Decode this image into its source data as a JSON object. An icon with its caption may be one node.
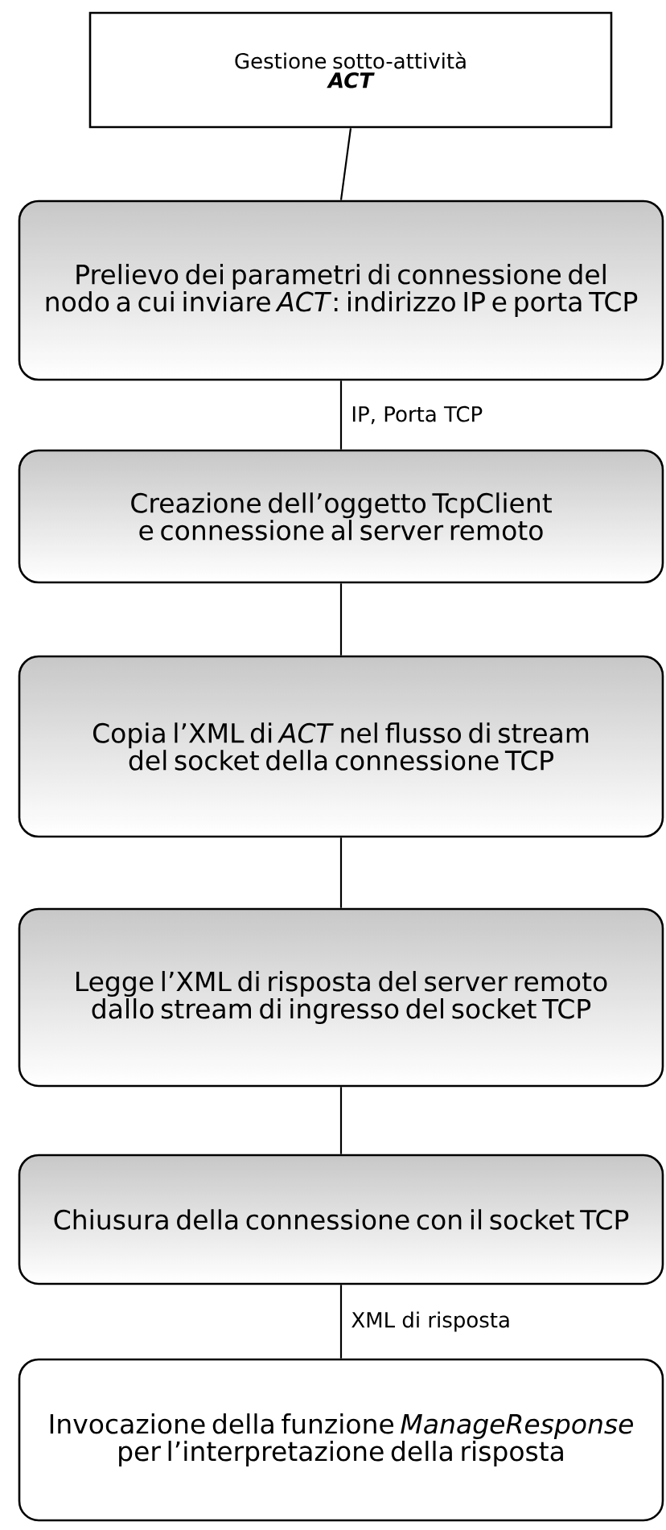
{
  "diagram": {
    "nodes": [
      {
        "text": [
          "Gestione sotto-attività",
          "ACT"
        ]
      },
      {
        "text": [
          "Prelievo dei parametri di connessione del nodo a cui inviare *ACT*: indirizzo IP e porta TCP"
        ]
      },
      {
        "text": [
          "Creazione dell’oggetto TcpClient e connessione al server remoto"
        ]
      },
      {
        "text": [
          "Copia l’XML di *ACT* nel flusso di stream del socket della connessione TCP"
        ]
      },
      {
        "text": [
          "Legge l’XML di risposta del server remoto dallo stream di ingresso del socket TCP"
        ]
      },
      {
        "text": [
          "Chiusura della connessione con il socket TCP"
        ]
      },
      {
        "text": [
          "Invocazione della funzione *ManageResponse* per l’interpretazione della risposta"
        ]
      }
    ],
    "edges": [
      {
        "from": 0,
        "to": 1,
        "arrow": "none"
      },
      {
        "from": 1,
        "to": 2,
        "arrow": "none",
        "label": "IP, Porta TCP"
      },
      {
        "from": 2,
        "to": 3,
        "arrow": "none"
      },
      {
        "from": 3,
        "to": 4,
        "arrow": "none"
      },
      {
        "from": 4,
        "to": 5,
        "arrow": "none"
      },
      {
        "from": 5,
        "to": 6,
        "arrow": "none",
        "label": "XML di risposta"
      }
    ]
  }
}
